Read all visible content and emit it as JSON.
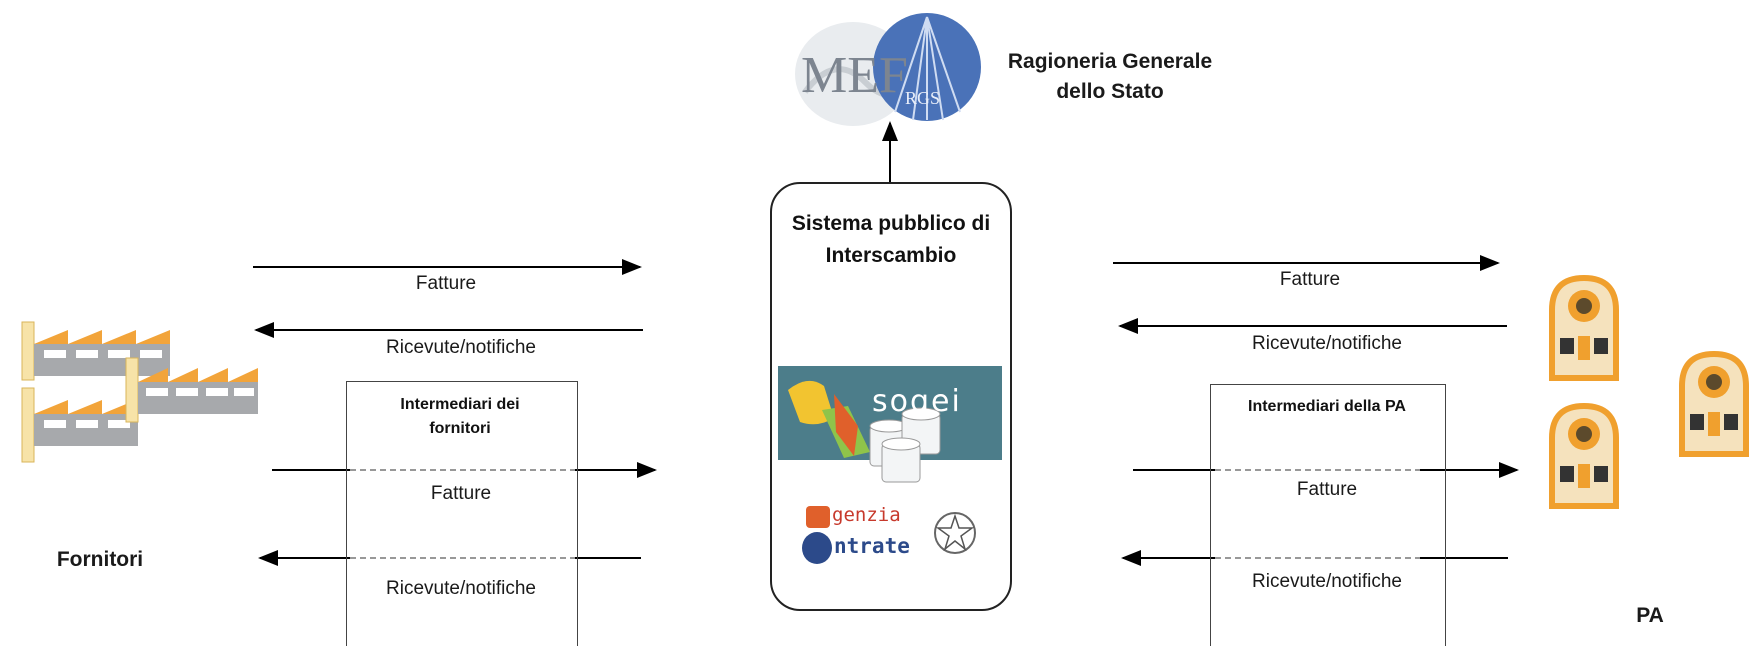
{
  "rgs": {
    "logo_text": "MEF",
    "logo_sub": "RGS",
    "name_line1": "Ragioneria Generale",
    "name_line2": "dello Stato"
  },
  "sdi": {
    "title_line1": "Sistema pubblico di",
    "title_line2": "Interscambio",
    "sogei_text": "sogei",
    "agenzia_line1": "genzia",
    "agenzia_line2": "ntrate"
  },
  "left": {
    "top_arrow_label": "Fatture",
    "top_return_label": "Ricevute/notifiche",
    "box_title": "Intermediari dei fornitori",
    "box_arrow_label": "Fatture",
    "box_return_label": "Ricevute/notifiche",
    "actor_label": "Fornitori"
  },
  "right": {
    "top_arrow_label": "Fatture",
    "top_return_label": "Ricevute/notifiche",
    "box_title": "Intermediari della PA",
    "box_arrow_label": "Fatture",
    "box_return_label": "Ricevute/notifiche",
    "actor_label": "PA"
  },
  "colors": {
    "factory_orange": "#f2a43a",
    "factory_grey": "#a7a9ac",
    "pa_orange": "#f0a02e",
    "sogei_teal": "#4c7d8a"
  }
}
